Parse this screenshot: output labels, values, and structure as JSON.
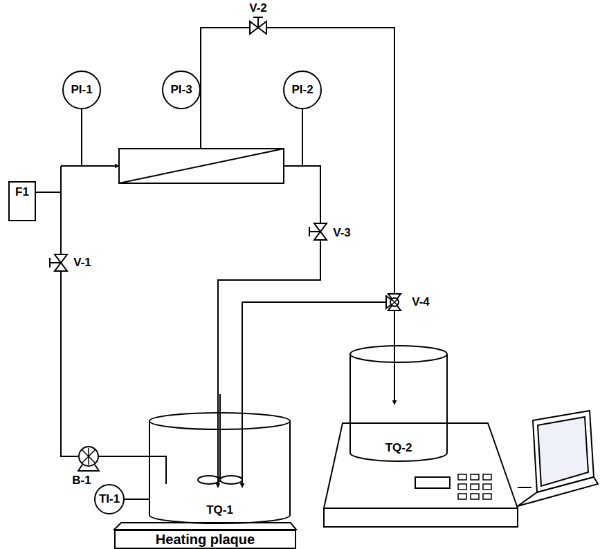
{
  "diagram": {
    "nodes": [
      {
        "text": [
          "PI-1"
        ]
      },
      {
        "text": [
          "PI-3"
        ]
      },
      {
        "text": [
          "PI-2"
        ]
      },
      {
        "text": [
          "F1"
        ]
      },
      {
        "text": [
          "TI-1"
        ]
      },
      {
        "text": [
          "TQ-1"
        ]
      },
      {
        "text": [
          "TQ-2"
        ]
      },
      {
        "text": [
          "Heating plaque"
        ]
      }
    ],
    "edges": [
      {
        "from": 4,
        "to": 5,
        "arrow": "none"
      }
    ],
    "labels": [
      "V-2",
      "V-3",
      "V-1",
      "V-4",
      "B-1"
    ]
  }
}
